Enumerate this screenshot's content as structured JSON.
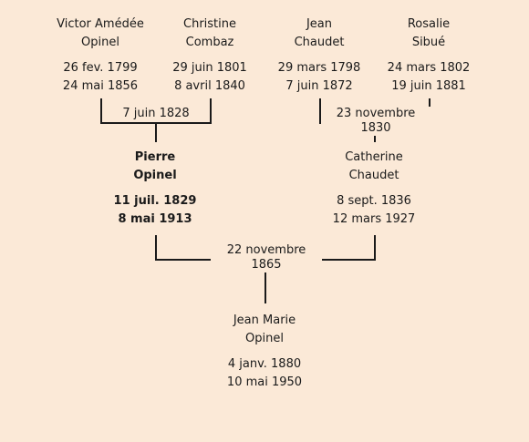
{
  "tree": {
    "grandparents": [
      {
        "first": "Victor Amédée",
        "last": "Opinel",
        "birth": "26 fev. 1799",
        "death": "24 mai 1856"
      },
      {
        "first": "Christine",
        "last": "Combaz",
        "birth": "29 juin 1801",
        "death": "8 avril 1840"
      },
      {
        "first": "Jean",
        "last": "Chaudet",
        "birth": "29 mars 1798",
        "death": "7 juin 1872"
      },
      {
        "first": "Rosalie",
        "last": "Sibué",
        "birth": "24 mars 1802",
        "death": "19 juin 1881"
      }
    ],
    "parents": [
      {
        "first": "Pierre",
        "last": "Opinel",
        "birth": "11 juil. 1829",
        "death": "8 mai 1913"
      },
      {
        "first": "Catherine",
        "last": "Chaudet",
        "birth": "8 sept. 1836",
        "death": "12 mars 1927"
      }
    ],
    "child": {
      "first": "Jean Marie",
      "last": "Opinel",
      "birth": "4 janv. 1880",
      "death": "10 mai 1950"
    },
    "marriages": {
      "opinel_combaz": "7 juin 1828",
      "chaudet_sibue": "23 novembre 1830",
      "opinel_chaudet": "22 novembre 1865"
    }
  }
}
